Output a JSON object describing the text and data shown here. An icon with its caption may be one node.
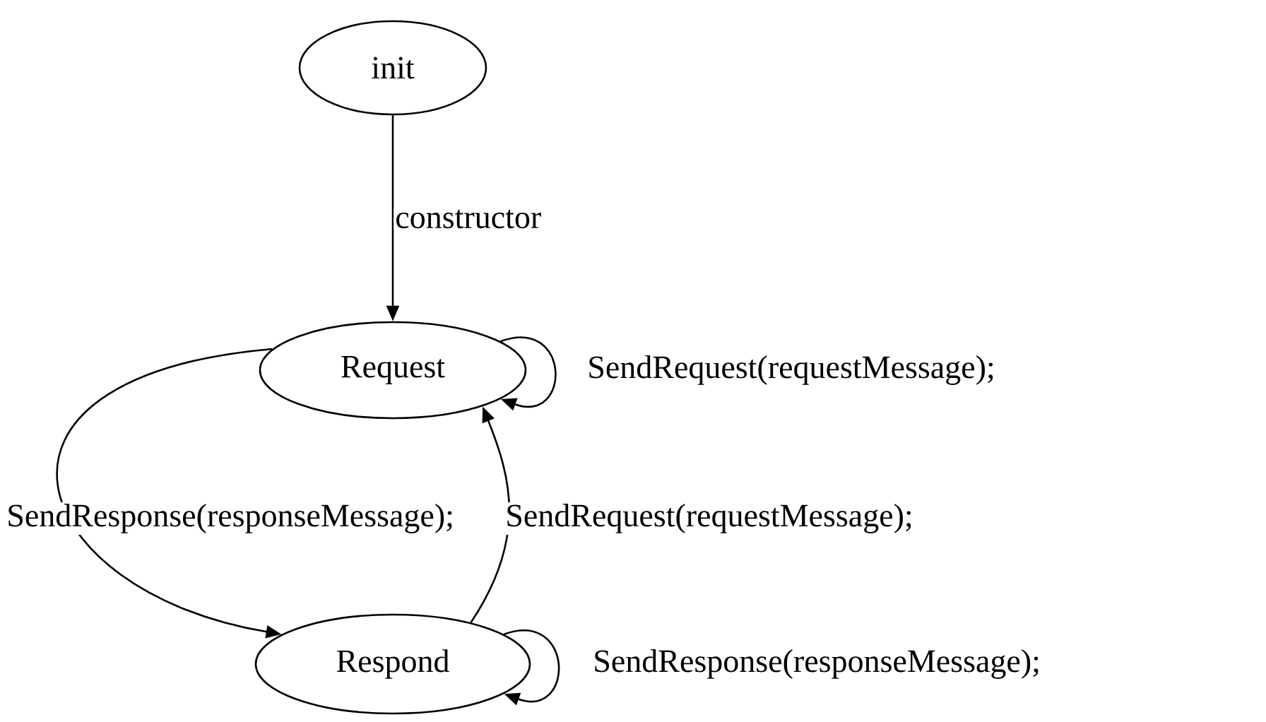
{
  "diagram": {
    "nodes": [
      {
        "text": [
          "init"
        ]
      },
      {
        "text": [
          "Request"
        ]
      },
      {
        "text": [
          "Respond"
        ]
      }
    ],
    "edges": [
      {
        "from": 0,
        "to": 1,
        "arrow": "to",
        "label": "constructor"
      },
      {
        "from": 1,
        "to": 1,
        "arrow": "to",
        "label": "SendRequest(requestMessage);"
      },
      {
        "from": 1,
        "to": 2,
        "arrow": "to",
        "label": "SendResponse(responseMessage);"
      },
      {
        "from": 2,
        "to": 1,
        "arrow": "to",
        "label": "SendRequest(requestMessage);"
      },
      {
        "from": 2,
        "to": 2,
        "arrow": "to",
        "label": "SendResponse(responseMessage);"
      }
    ]
  }
}
